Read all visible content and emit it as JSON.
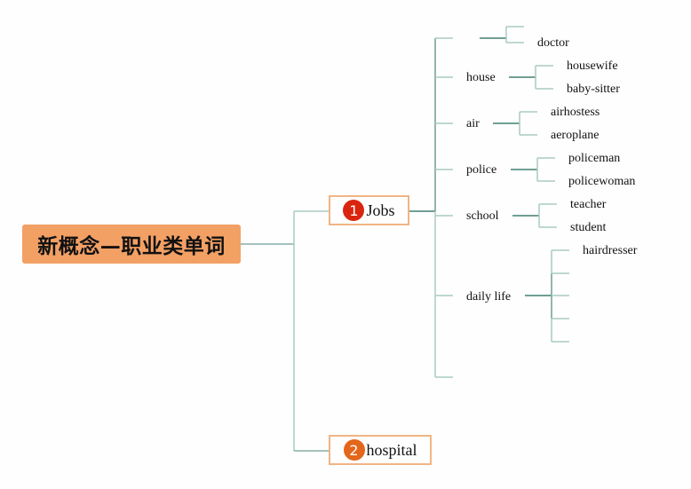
{
  "root": {
    "title": "新概念—职业类单词"
  },
  "topics": [
    {
      "index": "1",
      "label": "Jobs",
      "badge_color": "#d9250f",
      "subtopics": [
        {
          "label": "",
          "leaves": [
            "",
            "doctor"
          ]
        },
        {
          "label": "house",
          "leaves": [
            "housewife",
            "baby-sitter"
          ]
        },
        {
          "label": "air",
          "leaves": [
            "airhostess",
            "aeroplane"
          ]
        },
        {
          "label": "police",
          "leaves": [
            "policeman",
            "policewoman"
          ]
        },
        {
          "label": "school",
          "leaves": [
            "teacher",
            "student"
          ]
        },
        {
          "label": "daily life",
          "leaves": [
            "hairdresser",
            "",
            "",
            "",
            ""
          ]
        },
        {
          "label": "",
          "leaves": []
        }
      ]
    },
    {
      "index": "2",
      "label": "hospital",
      "badge_color": "#e3661a",
      "subtopics": []
    }
  ],
  "colors": {
    "root_fill": "#f3a065",
    "topic_border": "#f0b584",
    "line_dark": "#6f9f94",
    "line_light": "#a9cbc2"
  }
}
